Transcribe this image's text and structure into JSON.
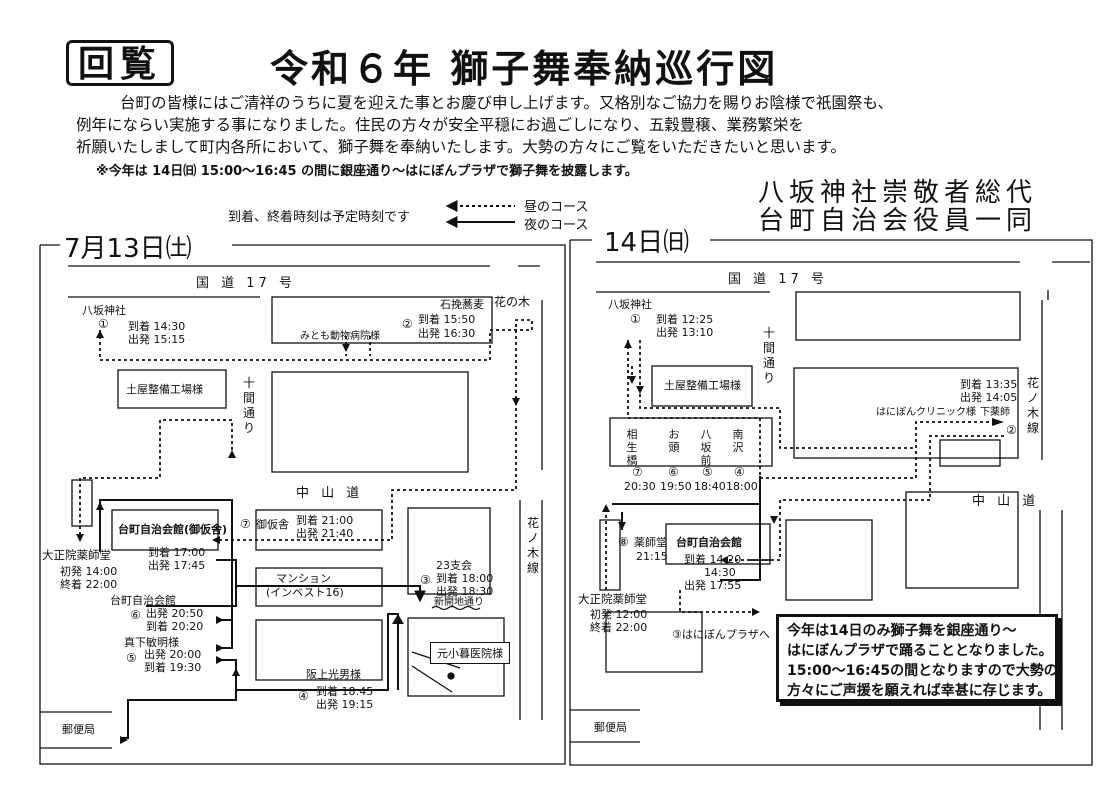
{
  "header": {
    "badge": "回覧",
    "title": "令和６年 獅子舞奉納巡行図",
    "intro_lines": [
      "台町の皆様にはご清祥のうちに夏を迎えた事とお慶び申し上げます。又格別なご協力を賜りお陰様で祇園祭も、",
      "例年にならい実施する事になりました。住民の方々が安全平穏にお過ごしになり、五穀豊穣、業務繁栄を",
      "祈願いたしまして町内各所において、獅子舞を奉納いたします。大勢の方々にご覧をいただきたいと思います。"
    ],
    "note": "※今年は 14日㈰ 15:00～16:45 の間に銀座通り～はにぼんプラザで獅子舞を披露します。",
    "sign_line1": "八坂神社崇敬者総代",
    "sign_line2": "台町自治会役員一同"
  },
  "legend": {
    "note": "到着、終着時刻は予定時刻です",
    "day_course": "昼のコース",
    "night_course": "夜のコース"
  },
  "day13": {
    "title": "7月13日㈯",
    "road_kokudo": "国 道 17 号",
    "road_nakasendo": "中 山 道",
    "road_jikkan": "十間通り",
    "road_hananoki": "花ノ木線",
    "shinkaichi": "新開地通り",
    "yasaka": "八坂神社",
    "yasaka_num": "①",
    "yasaka_arrive": "到着 14:30",
    "yasaka_depart": "出発 15:15",
    "sekikan": "石挽蕎麦",
    "hananoki_shop": "花の木",
    "p2_num": "②",
    "p2_arrive": "到着 15:50",
    "p2_depart": "出発 16:30",
    "mitomo": "みとも動物病院様",
    "tsuchiya": "土屋整備工場様",
    "jichikaikan": "台町自治会館(御仮舎)",
    "taishoin": "大正院薬師堂",
    "taishoin_first": "初発 14:00",
    "taishoin_last": "終着 22:00",
    "taishoin_arrive": "到着 17:00",
    "taishoin_depart": "出発 17:45",
    "p7_num": "⑦",
    "p7_name": "御仮舎",
    "p7_arrive": "到着 21:00",
    "p7_depart": "出発 21:40",
    "p3_name": "23支会",
    "p3_num": "③",
    "p3_arrive": "到着 18:00",
    "p3_depart": "出発 18:30",
    "mansion": "マンション",
    "mansion_sub": "(インベスト16)",
    "p6_name": "台町自治会館",
    "p6_num": "⑥",
    "p6_depart": "出発 20:50",
    "p6_arrive": "到着 20:20",
    "p5_name": "真下敏明様",
    "p5_num": "⑤",
    "p5_depart": "出発 20:00",
    "p5_arrive": "到着 19:30",
    "motokoboku": "元小暮医院様",
    "p4_name": "阪上光男様",
    "p4_num": "④",
    "p4_arrive": "到着 18:45",
    "p4_depart": "出発 19:15",
    "post": "郵便局"
  },
  "day14": {
    "title": "14日㈰",
    "road_kokudo": "国 道 17 号",
    "road_nakasendo": "中 山 道",
    "road_jikkan": "十間通り",
    "road_hananoki": "花ノ木線",
    "yasaka": "八坂神社",
    "yasaka_num": "①",
    "yasaka_arrive": "到着 12:25",
    "yasaka_depart": "出発 13:10",
    "tsuchiya": "土屋整備工場様",
    "p2_num": "②",
    "p2_arrive": "到着 13:35",
    "p2_depart": "出発 14:05",
    "haniclinic": "はにぼんクリニック様",
    "shimoyakushi": "下薬師",
    "col_aioi": "相生橋",
    "col_otou": "お頭",
    "col_yasakamae": "八坂前",
    "col_minamisawa": "南沢",
    "c7_num": "⑦",
    "c7_time": "20:30",
    "c6_num": "⑥",
    "c6_time": "19:50",
    "c5_num": "⑤",
    "c5_time": "18:40",
    "c4_num": "④",
    "c4_time": "18:00",
    "p8_num": "⑧",
    "p8_name": "薬師堂",
    "p8_time": "21:15",
    "jichikaikan": "台町自治会館",
    "jk_arrive": "到着 14:20",
    "jk_mid": "14:30",
    "jk_depart": "出発 17:55",
    "taishoin": "大正院薬師堂",
    "taishoin_first": "初発 12:00",
    "taishoin_last": "終着 22:00",
    "p3": "③はにぼんプラザへ",
    "post": "郵便局"
  },
  "callout": {
    "line1": "今年は14日のみ獅子舞を銀座通り～",
    "line2": "はにぼんプラザで踊ることとなりました。",
    "line3": "15:00～16:45の間となりますので大勢の",
    "line4": "方々にご声援を願えれば幸甚に存じます。"
  }
}
